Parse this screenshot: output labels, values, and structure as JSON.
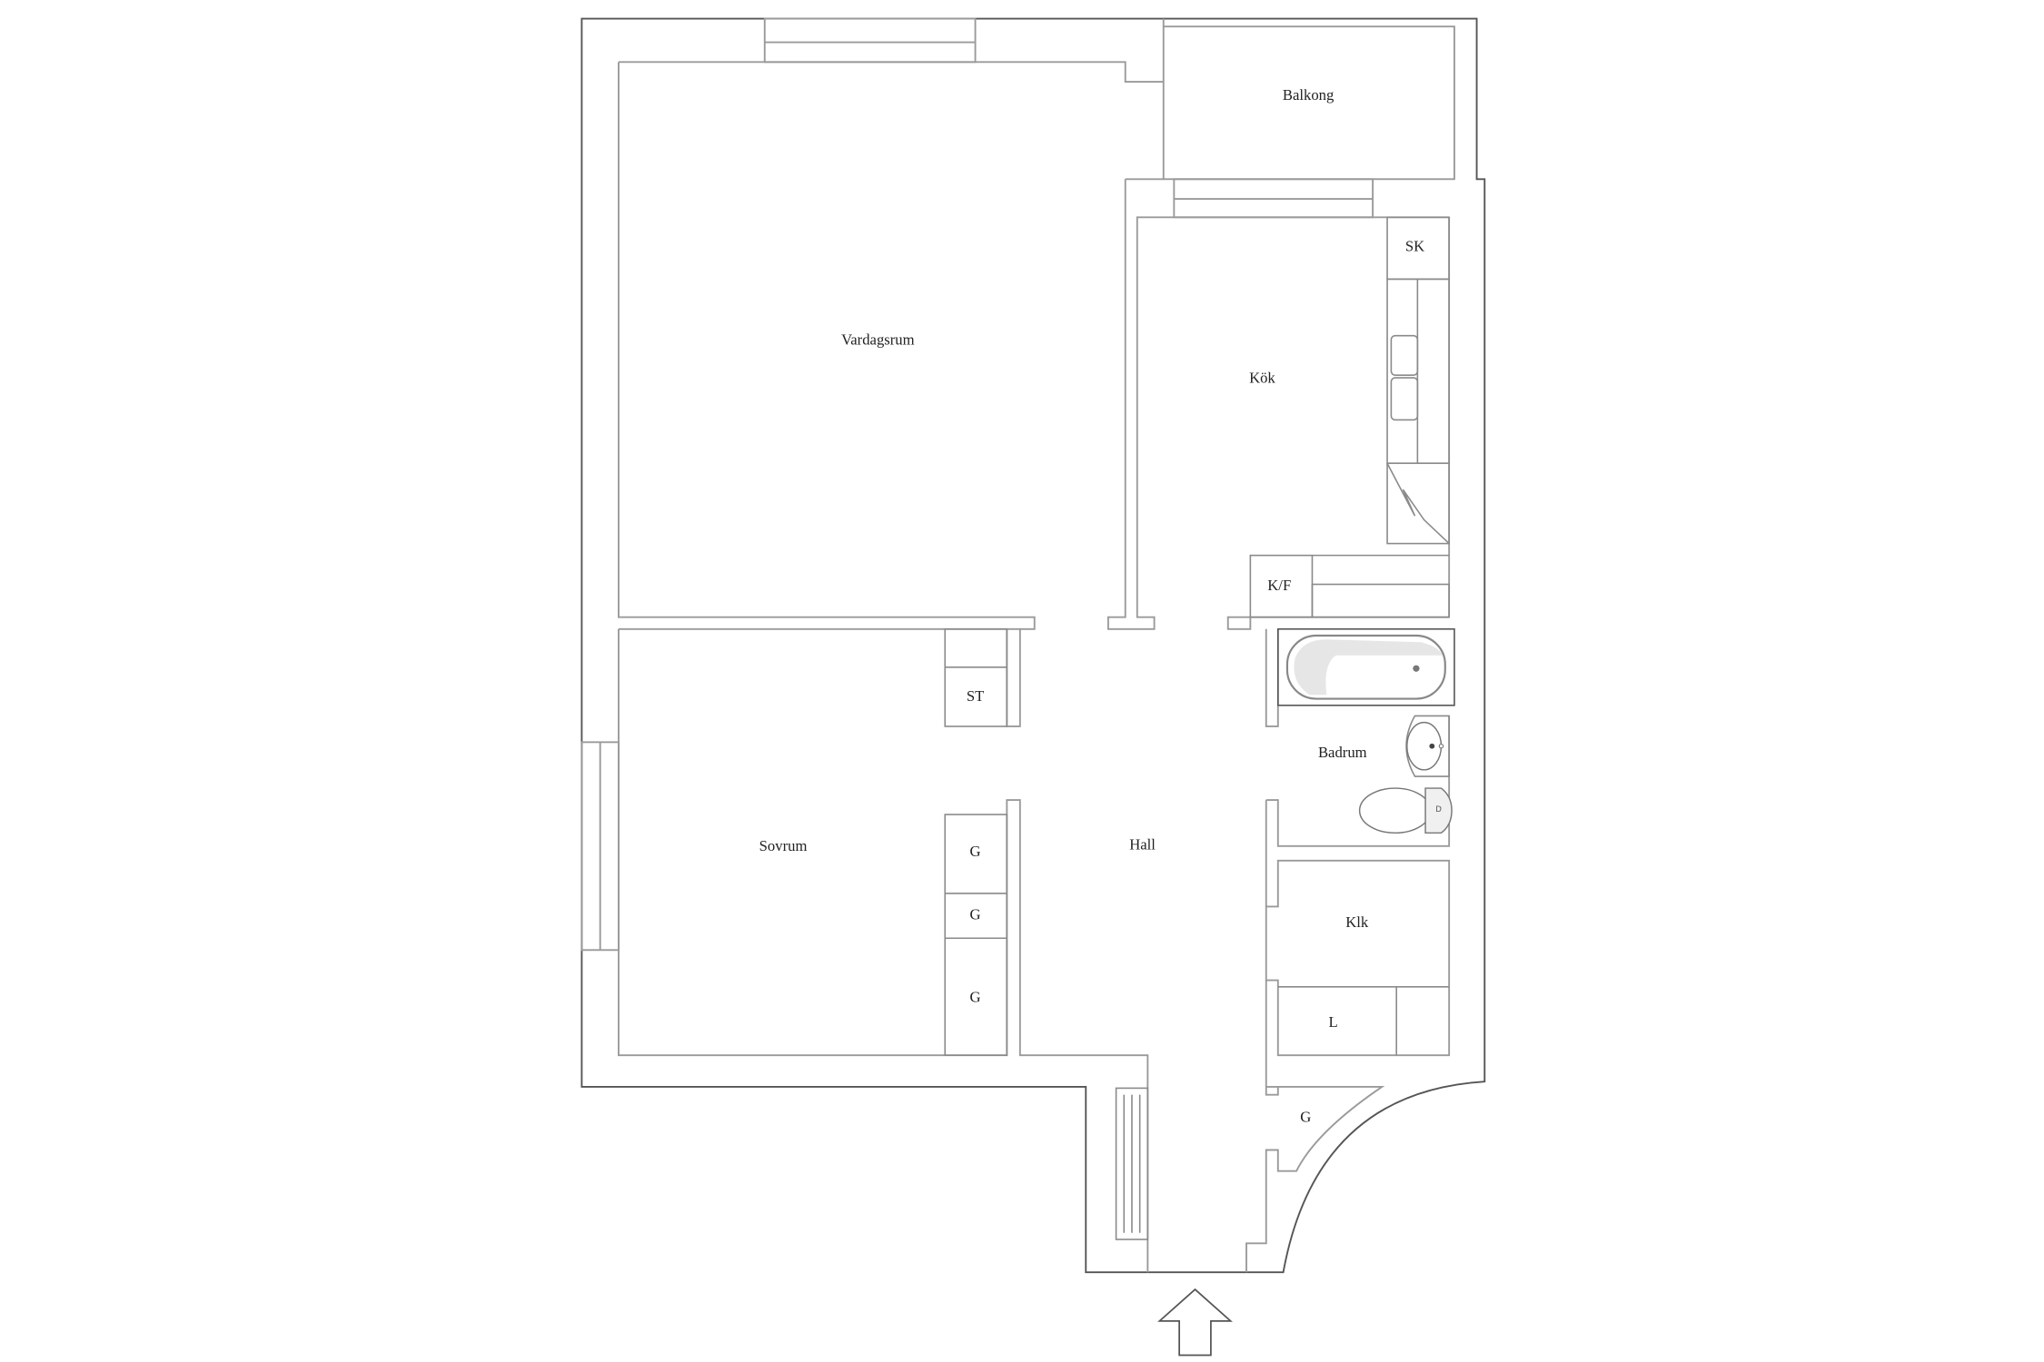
{
  "plan": {
    "rooms": {
      "balcony": "Balkong",
      "living_room": "Vardagsrum",
      "kitchen": "Kök",
      "bedroom": "Sovrum",
      "hall": "Hall",
      "bathroom": "Badrum",
      "walk_in_closet": "Klk"
    },
    "fixtures": {
      "broom_closet": "SK",
      "fridge_freezer": "K/F",
      "storage": "ST",
      "wardrobe_1": "G",
      "wardrobe_2": "G",
      "wardrobe_3": "G",
      "linen": "L",
      "hall_wardrobe": "G"
    },
    "entrance_icon": "arrow-up-icon",
    "colors": {
      "wall": "#9a9a9a",
      "outline": "#555555",
      "fixture_fill": "#e6e6e6"
    }
  }
}
